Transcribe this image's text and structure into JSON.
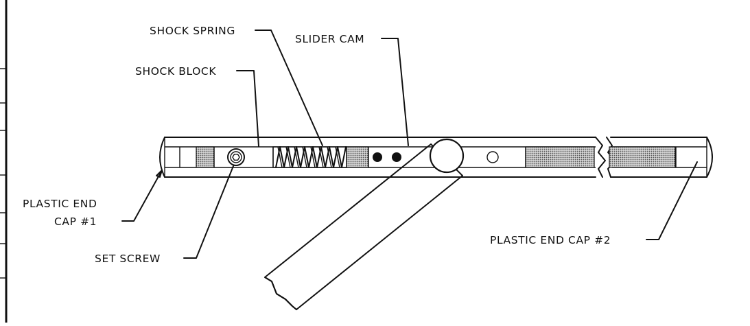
{
  "labels": {
    "shock_spring": "SHOCK SPRING",
    "slider_cam": "SLIDER CAM",
    "shock_block": "SHOCK BLOCK",
    "plastic_end_cap_1_line1": "PLASTIC END",
    "plastic_end_cap_1_line2": "CAP #1",
    "set_screw": "SET SCREW",
    "plastic_end_cap_2": "PLASTIC END CAP #2"
  },
  "colors": {
    "line": "#111111",
    "background": "#ffffff",
    "shading": "#9a9a9a"
  }
}
